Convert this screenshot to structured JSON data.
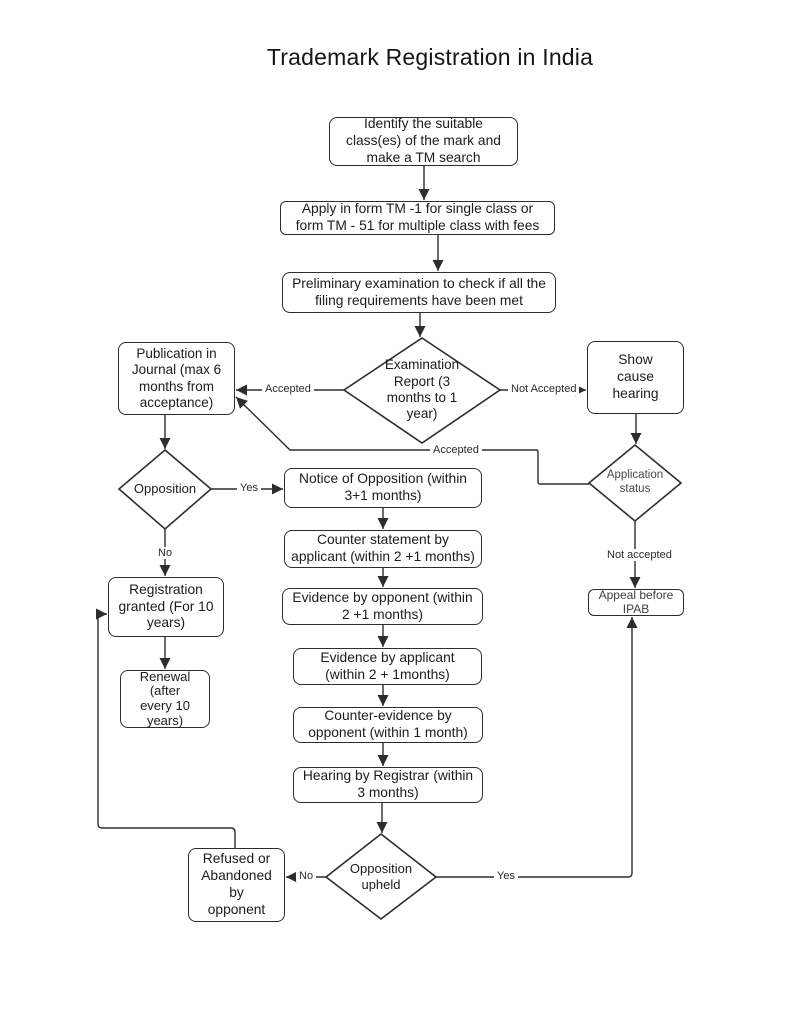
{
  "title": "Trademark Registration in India",
  "nodes": {
    "identify": "Identify the suitable\nclass(es) of the mark and\nmake a TM search",
    "apply": "Apply in form TM -1 for single class or\nform TM - 51 for multiple class with fees",
    "prelim": "Preliminary examination to check if all the\nfiling requirements have been met",
    "exam_report": "Examination\nReport (3\nmonths to 1\nyear)",
    "publication": "Publication in\nJournal (max 6\nmonths from\nacceptance)",
    "show_cause": "Show\ncause\nhearing",
    "opposition": "Opposition",
    "application_status": "Application\nstatus",
    "notice": "Notice of Opposition (within\n3+1 months)",
    "counter_statement": "Counter statement by\napplicant (within 2 +1 months)",
    "evidence_opponent": "Evidence by opponent (within\n2 +1 months)",
    "evidence_applicant": "Evidence by applicant\n(within 2 + 1months)",
    "counter_evidence": "Counter-evidence by\nopponent (within 1 month)",
    "hearing": "Hearing by Registrar (within\n3 months)",
    "registration": "Registration\ngranted (For 10\nyears)",
    "renewal": "Renewal\n(after\nevery 10\nyears)",
    "appeal": "Appeal before\nIPAB",
    "opposition_upheld": "Opposition\nupheld",
    "refused": "Refused or\nAbandoned\nby\nopponent"
  },
  "labels": {
    "accepted": "Accepted",
    "not_accepted": "Not Accepted",
    "accepted_2": "Accepted",
    "yes_opposition": "Yes",
    "no_opposition": "No",
    "not_accepted_status": "Not accepted",
    "yes_upheld": "Yes",
    "no_upheld": "No"
  },
  "colors": {
    "stroke": "#2d2d2d",
    "text": "#1c1c1c",
    "background": "#ffffff"
  }
}
